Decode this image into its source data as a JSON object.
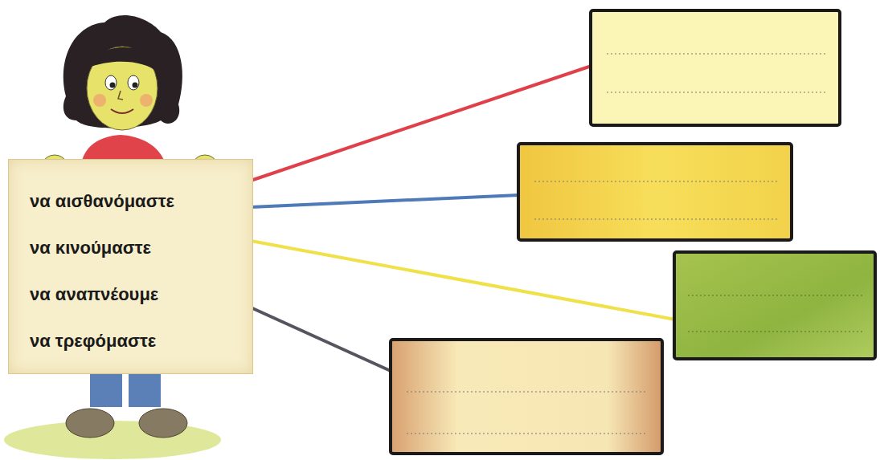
{
  "diagram": {
    "nodes": [
      {
        "text": [
          "να αισθανόμαστε",
          "να κινούμαστε",
          "να αναπνέουμε",
          "να τρεφόμαστε"
        ]
      }
    ]
  }
}
